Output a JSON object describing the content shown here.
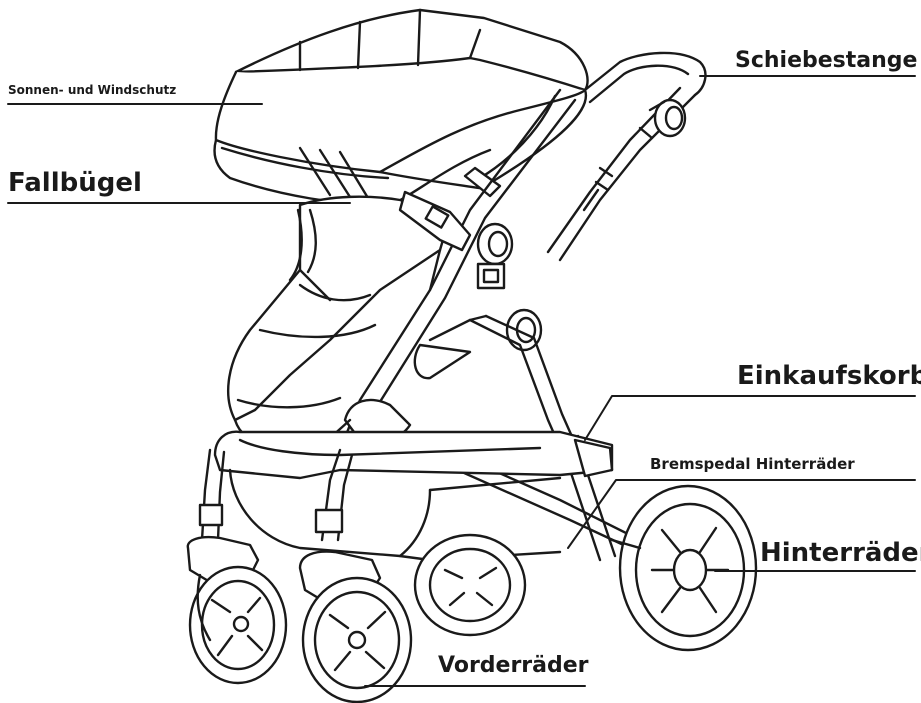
{
  "labels": {
    "sun_wind": "Sonnen- und Windschutz",
    "bumper_bar": "Fallbügel",
    "push_bar": "Schiebestange",
    "basket": "Einkaufskorb",
    "brake": "Bremspedal Hinterräder",
    "rear_wheels": "Hinterräder",
    "front_wheels": "Vorderräder"
  },
  "colors": {
    "ink": "#1a1a1a",
    "paper": "#ffffff"
  }
}
